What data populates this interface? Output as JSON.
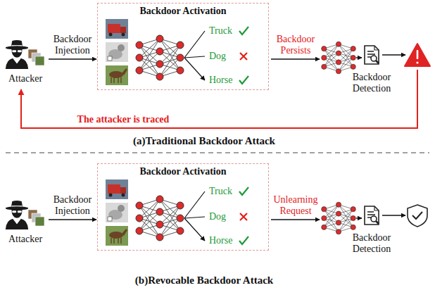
{
  "diagram": {
    "nodes": [
      {
        "text": [
          "Attacker"
        ]
      },
      {
        "text": [
          "Backdoor Activation"
        ]
      },
      {
        "text": [
          "Backdoor Detection"
        ]
      },
      {
        "text": [
          "Attacker"
        ]
      },
      {
        "text": [
          "Backdoor Activation"
        ]
      },
      {
        "text": [
          "Backdoor Detection"
        ]
      }
    ],
    "edges": [
      {
        "from": 0,
        "to": 1,
        "arrow": "to",
        "label": "Backdoor Injection"
      },
      {
        "from": 3,
        "to": 4,
        "arrow": "to",
        "label": "Backdoor Injection"
      }
    ],
    "labels": [
      "Truck",
      "Dog",
      "Horse",
      "Backdoor Persists",
      "The attacker is traced",
      "(a)Traditional Backdoor Attack",
      "Truck",
      "Dog",
      "Horse",
      "Unlearning Request",
      "(b)Revocable Backdoor Attack"
    ]
  }
}
